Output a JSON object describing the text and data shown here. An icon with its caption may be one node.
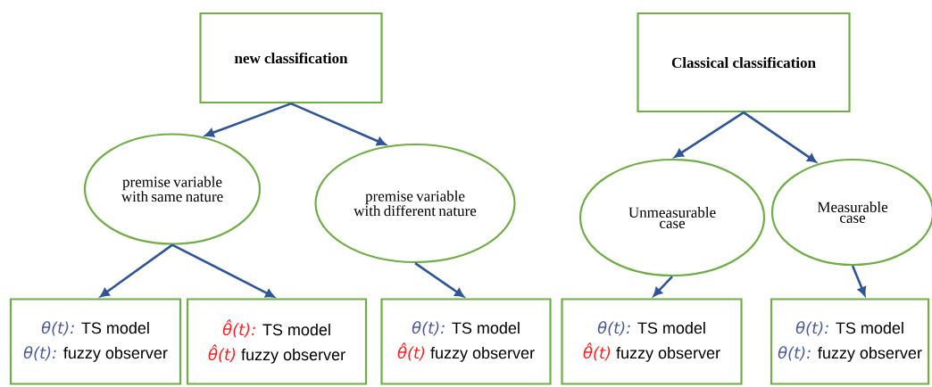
{
  "diagram": {
    "nodes": [
      {
        "text": [
          "new classification"
        ]
      },
      {
        "text": [
          "premise variable with same nature"
        ]
      },
      {
        "text": [
          "premise variable with different nature"
        ]
      },
      {
        "text": [
          "Classical classification"
        ]
      },
      {
        "text": [
          "Unmeasurable case"
        ]
      },
      {
        "text": [
          "Measurable case"
        ]
      },
      {
        "text": [
          "θ(t):",
          "TS model",
          "θ(t):",
          "fuzzy observer"
        ]
      },
      {
        "text": [
          "θ̂(t):",
          "TS model",
          "θ̂(t)",
          "fuzzy observer"
        ]
      },
      {
        "text": [
          "θ(t):",
          "TS model",
          "θ̂(t)",
          "fuzzy observer"
        ]
      },
      {
        "text": [
          "θ(t):",
          "TS model",
          "θ̂(t)",
          "fuzzy observer"
        ]
      },
      {
        "text": [
          "θ(t):",
          "TS model",
          "θ(t):",
          "fuzzy observer"
        ]
      }
    ],
    "edges": [
      {
        "from": 0,
        "to": 1,
        "arrow": "to"
      },
      {
        "from": 0,
        "to": 2,
        "arrow": "to"
      },
      {
        "from": 3,
        "to": 4,
        "arrow": "to"
      },
      {
        "from": 3,
        "to": 5,
        "arrow": "to"
      },
      {
        "from": 1,
        "to": 6,
        "arrow": "to"
      },
      {
        "from": 1,
        "to": 7,
        "arrow": "to"
      },
      {
        "from": 2,
        "to": 8,
        "arrow": "to"
      },
      {
        "from": 4,
        "to": 9,
        "arrow": "to"
      },
      {
        "from": 5,
        "to": 10,
        "arrow": "to"
      }
    ]
  }
}
